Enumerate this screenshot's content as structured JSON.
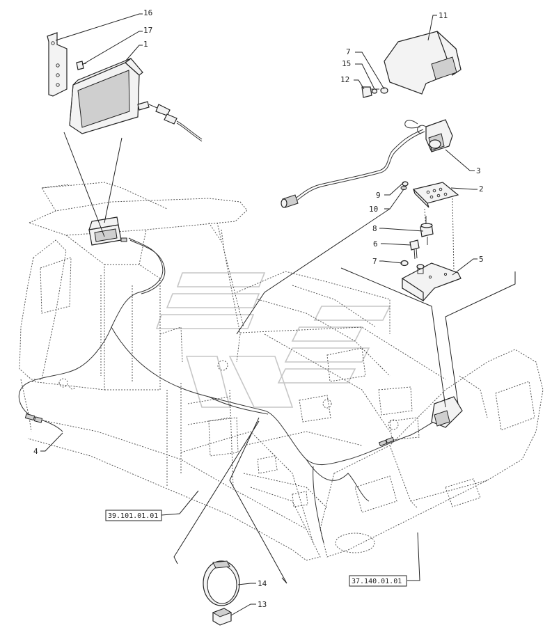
{
  "diagram": {
    "callouts": [
      {
        "id": "c16",
        "label": "16"
      },
      {
        "id": "c17",
        "label": "17"
      },
      {
        "id": "c1",
        "label": "1"
      },
      {
        "id": "c11",
        "label": "11"
      },
      {
        "id": "c7a",
        "label": "7"
      },
      {
        "id": "c15",
        "label": "15"
      },
      {
        "id": "c12",
        "label": "12"
      },
      {
        "id": "c3",
        "label": "3"
      },
      {
        "id": "c2",
        "label": "2"
      },
      {
        "id": "c9",
        "label": "9"
      },
      {
        "id": "c10",
        "label": "10"
      },
      {
        "id": "c8",
        "label": "8"
      },
      {
        "id": "c6",
        "label": "6"
      },
      {
        "id": "c7b",
        "label": "7"
      },
      {
        "id": "c5",
        "label": "5"
      },
      {
        "id": "c4",
        "label": "4"
      },
      {
        "id": "c14",
        "label": "14"
      },
      {
        "id": "c13",
        "label": "13"
      }
    ],
    "references": [
      {
        "id": "ref1",
        "label": "39.101.01.01"
      },
      {
        "id": "ref2",
        "label": "37.140.01.01"
      }
    ]
  }
}
